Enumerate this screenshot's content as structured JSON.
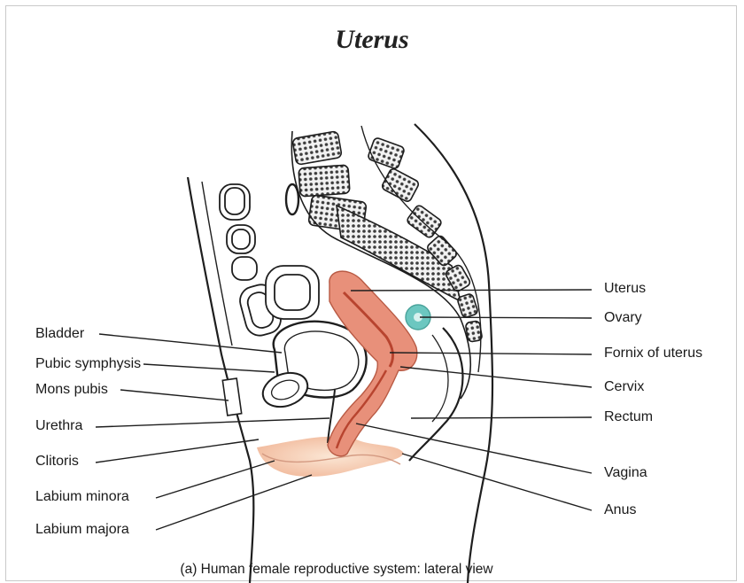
{
  "title": "Uterus",
  "labels_left": [
    "Bladder",
    "Pubic symphysis",
    "Mons pubis",
    "Urethra",
    "Clitoris",
    "Labium minora",
    "Labium majora"
  ],
  "labels_right": [
    "Uterus",
    "Ovary",
    "Fornix of uterus",
    "Cervix",
    "Rectum",
    "Vagina",
    "Anus"
  ],
  "caption": "(a) Human female reproductive system: lateral view",
  "colors": {
    "uterus": "#e8907a",
    "uterus_inner": "#b8442f",
    "ovary": "#6cc7c0",
    "vulva": "#f6d8c0",
    "bone_fill": "#5e5e5e",
    "outline": "#1e1e1e"
  }
}
